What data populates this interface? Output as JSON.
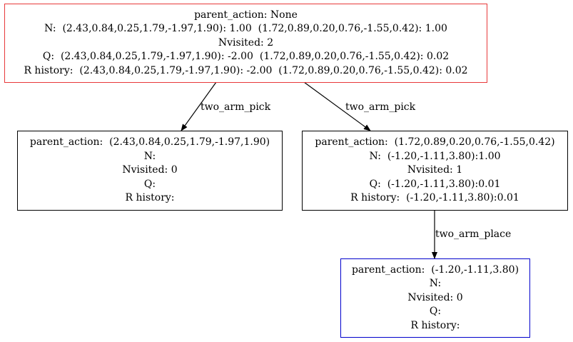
{
  "colors": {
    "root_border": "#e8393a",
    "leaf_border": "#0000cc",
    "default_border": "#000000",
    "edge": "#000000"
  },
  "nodes": {
    "root": {
      "lines": [
        "parent_action: None",
        "N:  (2.43,0.84,0.25,1.79,-1.97,1.90): 1.00  (1.72,0.89,0.20,0.76,-1.55,0.42): 1.00",
        "Nvisited: 2",
        "Q:  (2.43,0.84,0.25,1.79,-1.97,1.90): -2.00  (1.72,0.89,0.20,0.76,-1.55,0.42): 0.02",
        "R history:  (2.43,0.84,0.25,1.79,-1.97,1.90): -2.00  (1.72,0.89,0.20,0.76,-1.55,0.42): 0.02"
      ]
    },
    "left_child": {
      "lines": [
        "parent_action:  (2.43,0.84,0.25,1.79,-1.97,1.90)",
        "N:",
        "Nvisited: 0",
        "Q:",
        "R history:"
      ]
    },
    "right_child": {
      "lines": [
        "parent_action:  (1.72,0.89,0.20,0.76,-1.55,0.42)",
        "N:  (-1.20,-1.11,3.80):1.00",
        "Nvisited: 1",
        "Q:  (-1.20,-1.11,3.80):0.01",
        "R history:  (-1.20,-1.11,3.80):0.01"
      ]
    },
    "leaf": {
      "lines": [
        "parent_action:  (-1.20,-1.11,3.80)",
        "N:",
        "Nvisited: 0",
        "Q:",
        "R history:"
      ]
    }
  },
  "edges": {
    "root_to_left": "two_arm_pick",
    "root_to_right": "two_arm_pick",
    "right_to_leaf": "two_arm_place"
  }
}
